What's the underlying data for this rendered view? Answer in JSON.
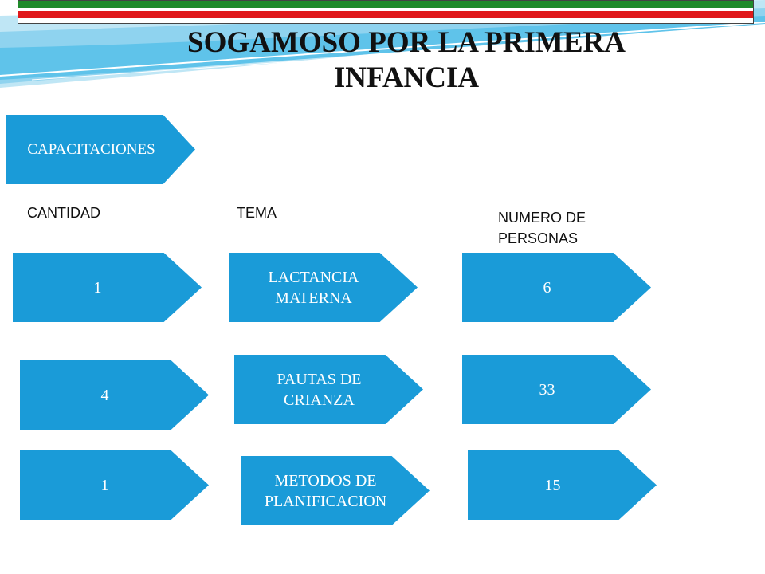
{
  "title": "SOGAMOSO POR LA PRIMERA INFANCIA",
  "colors": {
    "chevron": "#1a9bd8",
    "flag_green": "#1f8a2a",
    "flag_red": "#e0181b",
    "wave": "#5fc3ea"
  },
  "header_chevron": "CAPACITACIONES",
  "columns": {
    "cantidad": "CANTIDAD",
    "tema": "TEMA",
    "personas": "NUMERO DE PERSONAS"
  },
  "rows": [
    {
      "cantidad": "1",
      "tema": "LACTANCIA MATERNA",
      "personas": "6"
    },
    {
      "cantidad": "4",
      "tema": "PAUTAS DE CRIANZA",
      "personas": "33"
    },
    {
      "cantidad": "1",
      "tema": "METODOS DE PLANIFICACION",
      "personas": "15"
    }
  ]
}
